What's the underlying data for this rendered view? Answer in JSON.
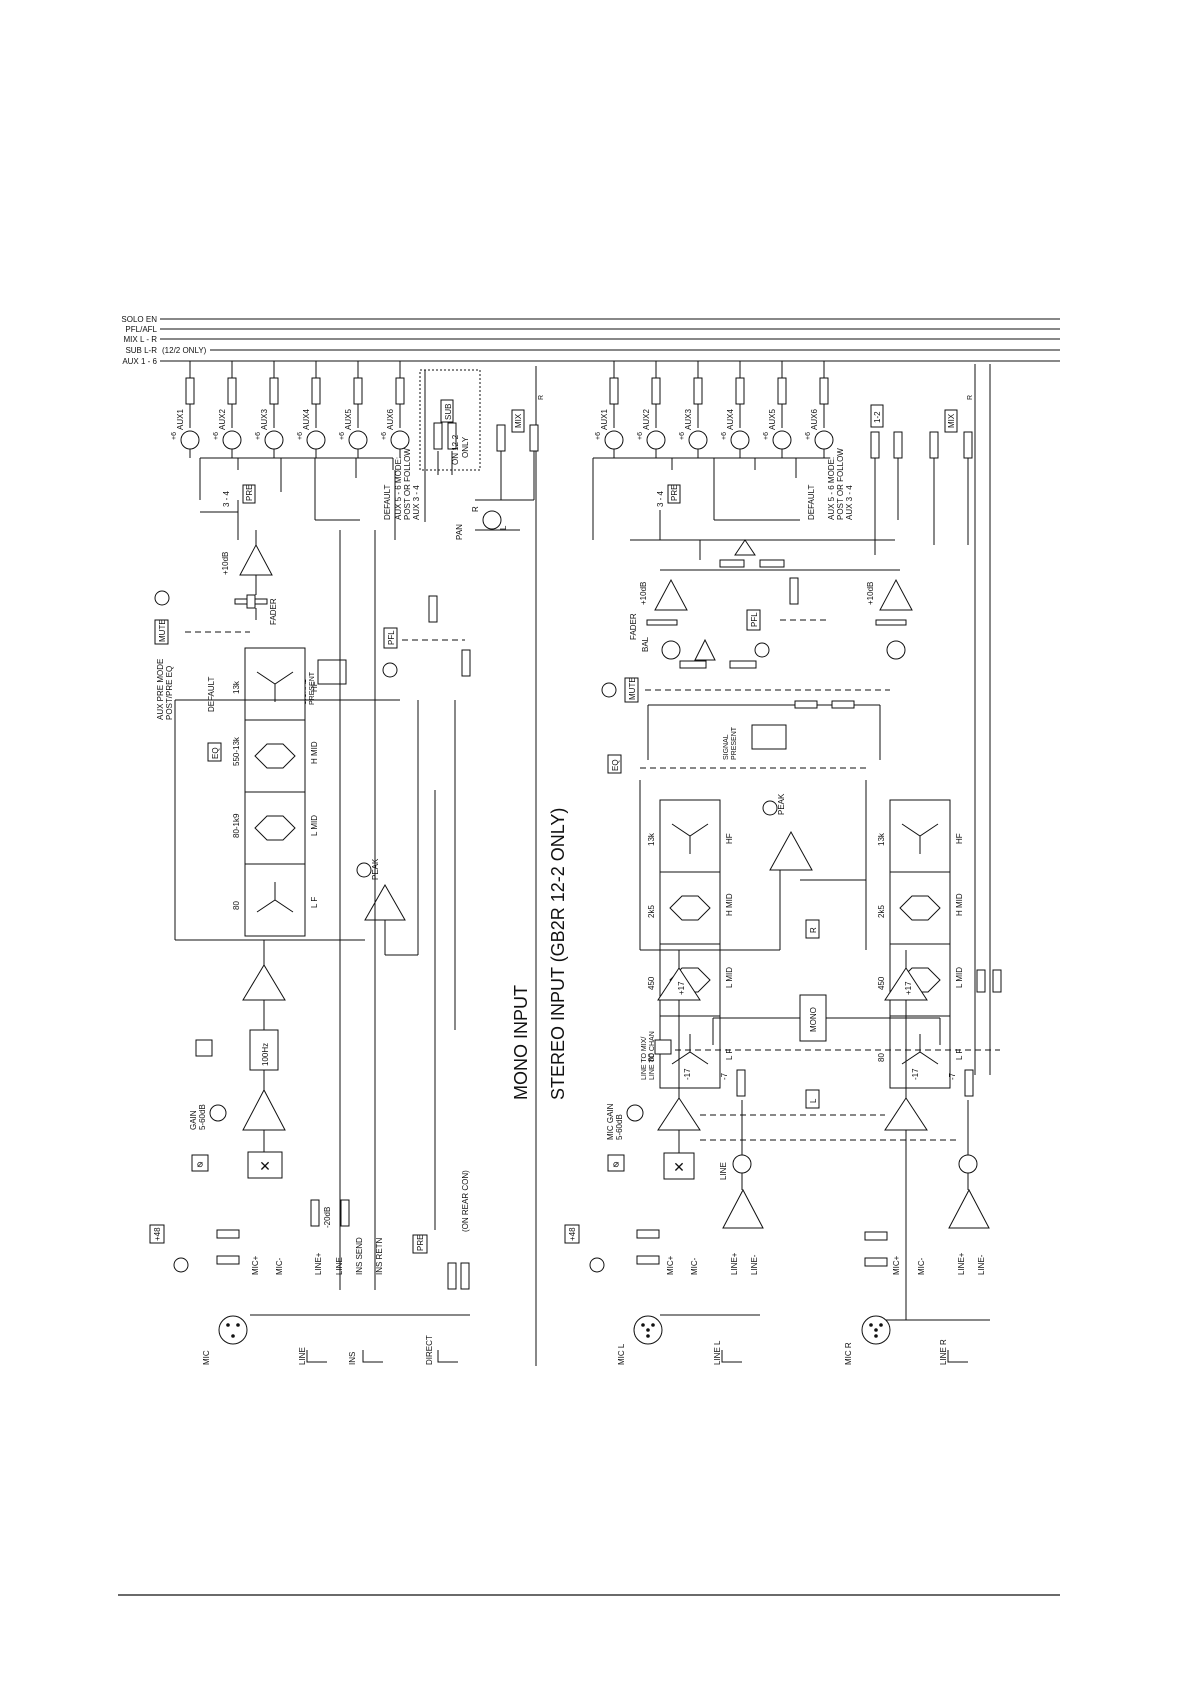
{
  "bus_labels": {
    "solo_en": "SOLO EN",
    "pfl_afl": "PFL/AFL",
    "mix_lr": "MIX L - R",
    "sub_lr": "SUB L-R",
    "sub_note": "(12/2 ONLY)",
    "aux": "AUX 1 - 6"
  },
  "titles": {
    "mono": "MONO INPUT",
    "stereo": "STEREO INPUT (GB2R 12-2 ONLY)"
  },
  "mono": {
    "aux_labels": [
      "AUX1",
      "AUX2",
      "AUX3",
      "AUX4",
      "AUX5",
      "AUX6"
    ],
    "aux_gain": "+6",
    "sub": "SUB",
    "on12": "ON 12-2",
    "only": "ONLY",
    "mix": "MIX",
    "r": "R",
    "l": "L",
    "pan": "PAN",
    "pre34": "3 - 4",
    "pre": "PRE",
    "default": "DEFAULT",
    "aux56_mode": "AUX 5 - 6 MODE:",
    "post_or_follow": "POST OR FOLLOW",
    "aux34": "AUX 3 - 4",
    "plus10": "+10dB",
    "fader": "FADER",
    "mute": "MUTE",
    "aux_pre_mode": "AUX PRE MODE",
    "post_pre_eq": "POST/PRE EQ",
    "signal": "SIGNAL",
    "present": "PRESENT",
    "pfl": "PFL",
    "eq": "EQ",
    "band_freqs": [
      "80",
      "80-1k9",
      "550-13k",
      "13k"
    ],
    "band_names": [
      "L F",
      "L MID",
      "H MID",
      "HF"
    ],
    "peak": "PEAK",
    "hpf": "100Hz",
    "gain": "GAIN",
    "gain_range": "5-60dB",
    "phantom": "+48",
    "att": "-20dB",
    "mic_plus": "MIC+",
    "mic_minus": "MIC-",
    "line_plus": "LINE+",
    "line_minus": "LINE-",
    "ins_send": "INS SEND",
    "ins_retn": "INS RETN",
    "on_rear": "(ON REAR CON)",
    "jacks": [
      "MIC",
      "LINE",
      "INS",
      "DIRECT"
    ]
  },
  "stereo": {
    "aux_labels": [
      "AUX1",
      "AUX2",
      "AUX3",
      "AUX4",
      "AUX5",
      "AUX6"
    ],
    "aux_gain": "+6",
    "one_two": "1-2",
    "mix": "MIX",
    "r": "R",
    "pre34": "3 - 4",
    "pre": "PRE",
    "default": "DEFAULT",
    "aux56_mode": "AUX 5 - 6 MODE:",
    "post_or_follow": "POST OR FOLLOW",
    "aux34": "AUX 3 - 4",
    "plus10": "+10dB",
    "fader": "FADER",
    "bal": "BAL",
    "pfl": "PFL",
    "mute": "MUTE",
    "signal": "SIGNAL",
    "present": "PRESENT",
    "eq": "EQ",
    "band_freqs": [
      "80",
      "450",
      "2k5",
      "13k"
    ],
    "band_names": [
      "L F",
      "L MID",
      "H MID",
      "HF"
    ],
    "peak": "PEAK",
    "plus17": "+17",
    "mono": "MONO",
    "right_label": "R",
    "left_label": "L",
    "line_to_mix": "LINE TO MIX/",
    "line_to_chan": "LINE TO CHAN",
    "minus17": "-17",
    "minus7": "-7",
    "mic_gain": "MIC GAIN",
    "gain_range": "5-60dB",
    "line": "LINE",
    "phantom": "+48",
    "mic_plus": "MIC+",
    "mic_minus": "MIC-",
    "line_plus": "LINE+",
    "line_minus": "LINE-",
    "jacks": [
      "MIC L",
      "LINE L",
      "MIC R",
      "LINE R"
    ]
  }
}
